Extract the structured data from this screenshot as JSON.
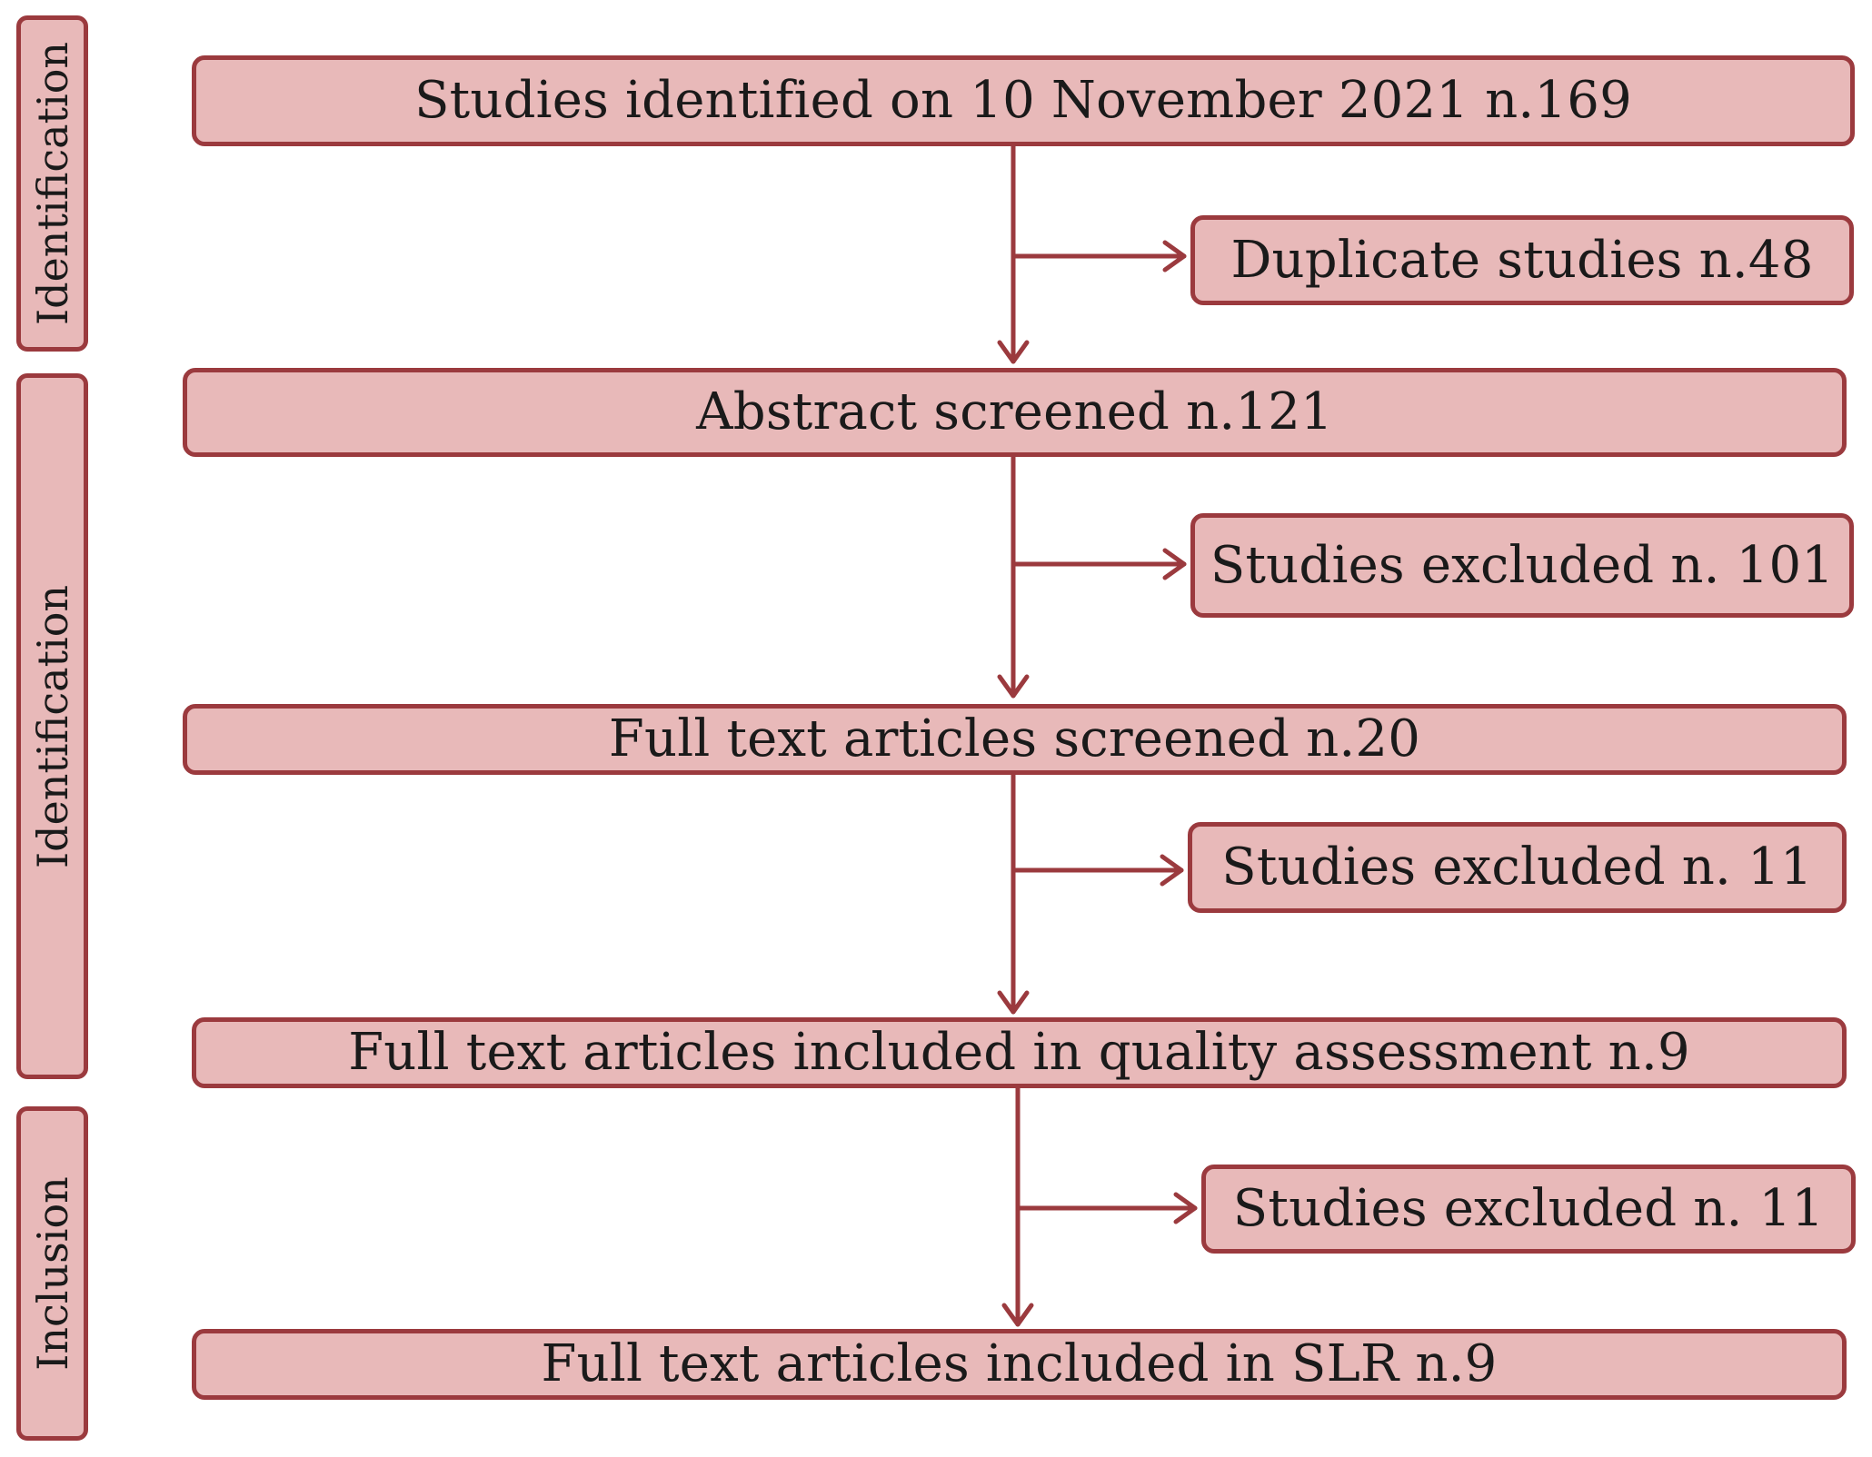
{
  "colors": {
    "box_fill": "#e8b9b9",
    "box_border": "#9b3a3e",
    "arrow": "#9b3a3e",
    "text": "#1a1a1a"
  },
  "stages": [
    {
      "label": "Identification"
    },
    {
      "label": "Identification"
    },
    {
      "label": "Inclusion"
    }
  ],
  "main_steps": [
    {
      "text": "Studies identified on 10 November 2021 n.169"
    },
    {
      "text": "Abstract screened n.121"
    },
    {
      "text": "Full text articles screened n.20"
    },
    {
      "text": "Full text articles included in quality assessment n.9"
    },
    {
      "text": "Full text articles included in SLR n.9"
    }
  ],
  "exclusions": [
    {
      "text": "Duplicate studies n.48"
    },
    {
      "text": "Studies excluded n. 101"
    },
    {
      "text": "Studies excluded n. 11"
    },
    {
      "text": "Studies excluded n. 11"
    }
  ]
}
